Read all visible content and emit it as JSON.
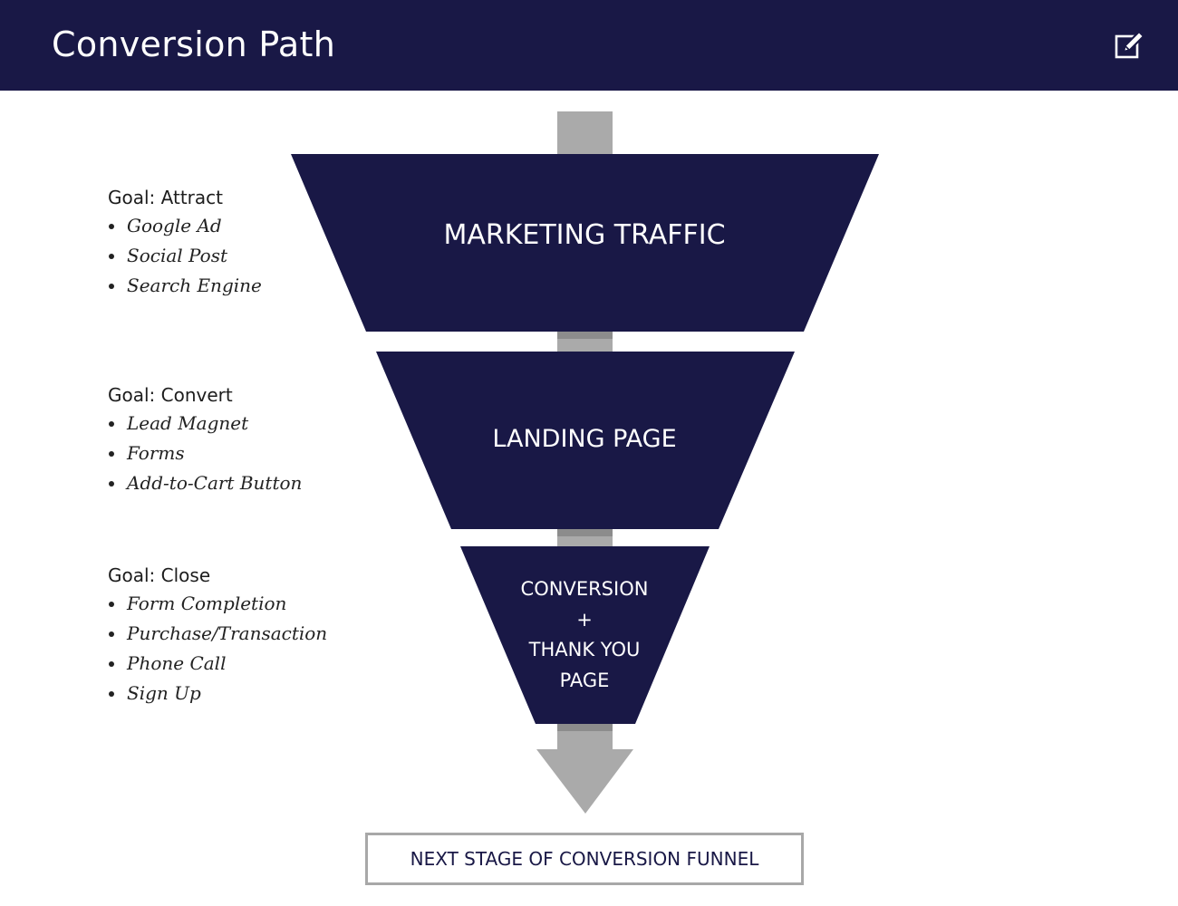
{
  "header": {
    "title": "Conversion Path",
    "edit_icon": "edit-pencil-icon"
  },
  "colors": {
    "header_bg": "#191846",
    "funnel_fill": "#191846",
    "arrow_gray": "#aaaaaa",
    "box_border": "#a8a8a8"
  },
  "funnel": {
    "stages": [
      {
        "label": "MARKETING TRAFFIC"
      },
      {
        "label": "LANDING PAGE"
      },
      {
        "lines": [
          "CONVERSION",
          "+",
          "THANK YOU",
          "PAGE"
        ]
      }
    ]
  },
  "goals": [
    {
      "heading": "Goal: Attract",
      "items": [
        "Google Ad",
        "Social Post",
        "Search Engine"
      ]
    },
    {
      "heading": "Goal: Convert",
      "items": [
        "Lead Magnet",
        "Forms",
        "Add-to-Cart Button"
      ]
    },
    {
      "heading": "Goal: Close",
      "items": [
        "Form Completion",
        "Purchase/Transaction",
        "Phone Call",
        "Sign Up"
      ]
    }
  ],
  "next_stage": {
    "label": "NEXT STAGE OF CONVERSION FUNNEL"
  }
}
